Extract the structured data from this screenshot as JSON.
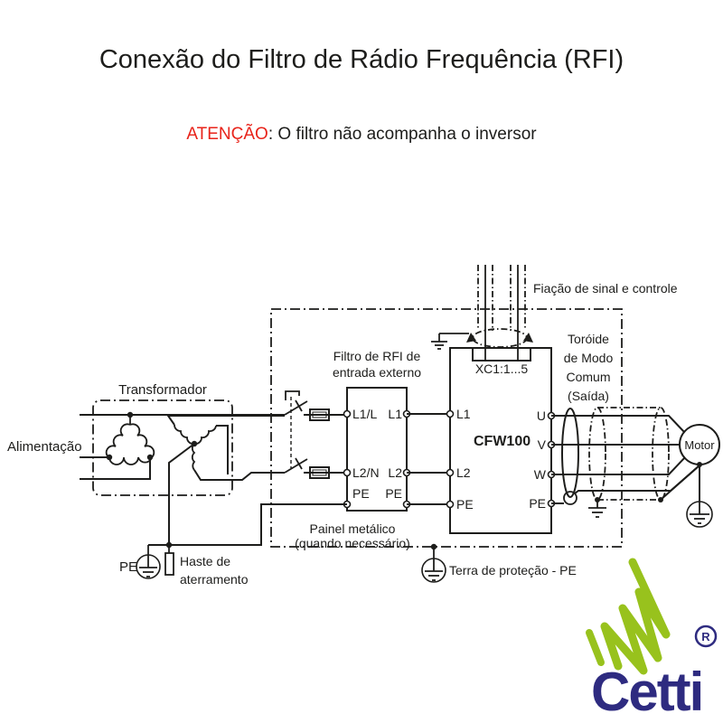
{
  "header": {
    "title": "Conexão do Filtro de Rádio Frequência (RFI)",
    "warning_label": "ATENÇÃO",
    "warning_text": ": O filtro não acompanha o inversor"
  },
  "colors": {
    "line": "#1d1d1b",
    "warning_red": "#e8231a",
    "logo_green": "#98c21d",
    "logo_blue": "#2e2b80"
  },
  "diagram": {
    "supply_label": "Alimentação",
    "transformer_label": "Transformador",
    "filter_label_line1": "Filtro de RFI de",
    "filter_label_line2": "entrada externo",
    "filter": {
      "in_l1": "L1/L",
      "in_l2": "L2/N",
      "in_pe": "PE",
      "out_l1": "L1",
      "out_l2": "L2",
      "out_pe": "PE"
    },
    "inverter": {
      "name": "CFW100",
      "connector": "XC1:1...5",
      "in_l1": "L1",
      "in_l2": "L2",
      "in_pe": "PE",
      "out_u": "U",
      "out_v": "V",
      "out_w": "W",
      "out_pe": "PE"
    },
    "signal_label": "Fiação de sinal e controle",
    "toroid_label_line1": "Toróide",
    "toroid_label_line2": "de Modo",
    "toroid_label_line3": "Comum",
    "toroid_label_line4": "(Saída)",
    "panel_label_line1": "Painel metálico",
    "panel_label_line2": "(quando necessário)",
    "ground_pe_label": "PE",
    "rod_label_line1": "Haste de",
    "rod_label_line2": "aterramento",
    "protective_earth_label": "Terra de proteção - PE",
    "motor_label": "Motor"
  },
  "logo": {
    "brand": "Cetti",
    "registered": "®"
  }
}
